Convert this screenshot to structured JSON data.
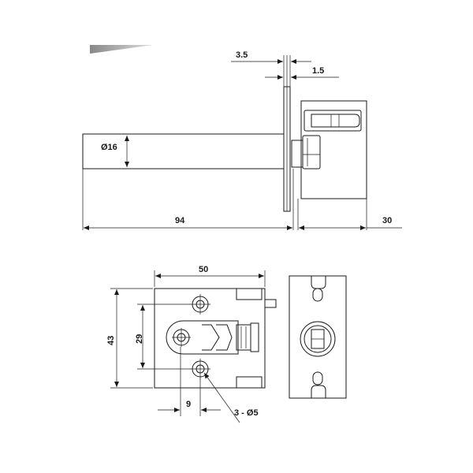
{
  "drawing": {
    "dimensions": {
      "plate_thickness": "3.5",
      "gap": "1.5",
      "bolt_diameter": "Ø16",
      "backset": "94",
      "case_depth": "30",
      "case_width": "50",
      "case_height": "43",
      "hole_spacing": "29",
      "hole_offset": "9",
      "holes": "3 - Ø5"
    }
  }
}
